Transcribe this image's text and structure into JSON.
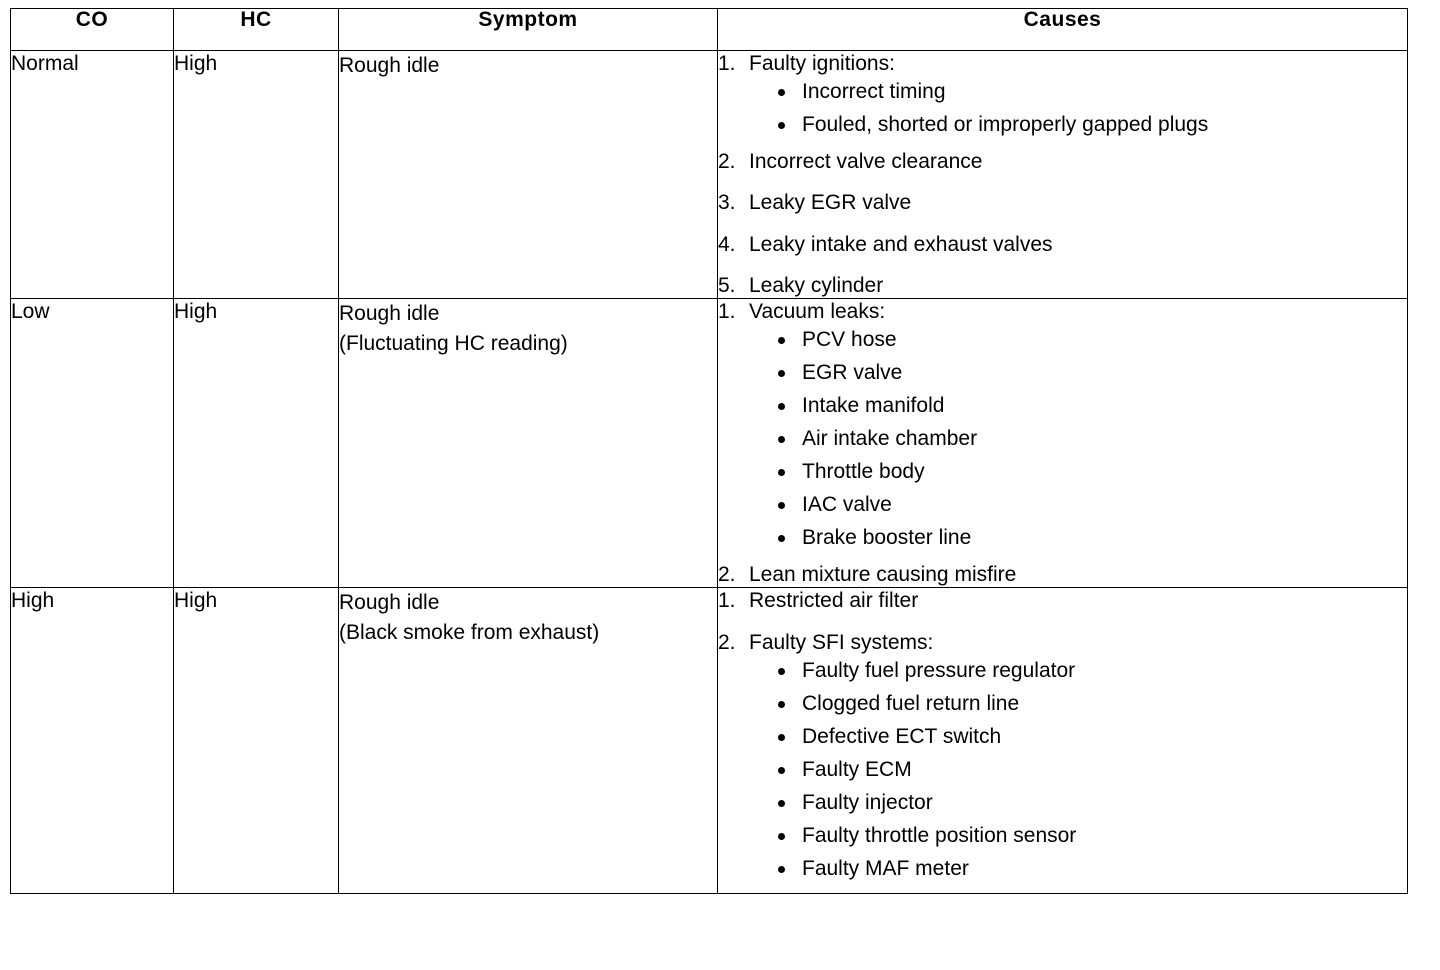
{
  "table": {
    "columns": [
      "CO",
      "HC",
      "Symptom",
      "Causes"
    ],
    "rows": [
      {
        "co": "Normal",
        "hc": "High",
        "symptom_lines": [
          "Rough idle"
        ],
        "causes": [
          {
            "number": "1.",
            "text": "Faulty ignitions:",
            "subs": [
              "Incorrect timing",
              "Fouled, shorted or improperly gapped plugs"
            ]
          },
          {
            "number": "2.",
            "text": "Incorrect valve clearance",
            "subs": []
          },
          {
            "number": "3.",
            "text": "Leaky EGR valve",
            "subs": []
          },
          {
            "number": "4.",
            "text": "Leaky intake and exhaust valves",
            "subs": []
          },
          {
            "number": "5.",
            "text": "Leaky cylinder",
            "subs": []
          }
        ]
      },
      {
        "co": "Low",
        "hc": "High",
        "symptom_lines": [
          "Rough idle",
          "(Fluctuating HC reading)"
        ],
        "causes": [
          {
            "number": "1.",
            "text": "Vacuum leaks:",
            "subs": [
              "PCV hose",
              "EGR valve",
              "Intake manifold",
              "Air intake chamber",
              "Throttle body",
              "IAC valve",
              "Brake booster line"
            ]
          },
          {
            "number": "2.",
            "text": "Lean mixture causing misfire",
            "subs": []
          }
        ]
      },
      {
        "co": "High",
        "hc": "High",
        "symptom_lines": [
          "Rough idle",
          "(Black smoke from exhaust)"
        ],
        "causes": [
          {
            "number": "1.",
            "text": "Restricted air filter",
            "subs": []
          },
          {
            "number": "2.",
            "text": "Faulty SFI systems:",
            "subs": [
              "Faulty fuel pressure regulator",
              "Clogged fuel return line",
              "Defective ECT switch",
              "Faulty ECM",
              "Faulty injector",
              "Faulty throttle position sensor",
              "Faulty MAF meter"
            ]
          }
        ]
      }
    ]
  },
  "colors": {
    "ink": "#000000",
    "paper": "#ffffff"
  }
}
